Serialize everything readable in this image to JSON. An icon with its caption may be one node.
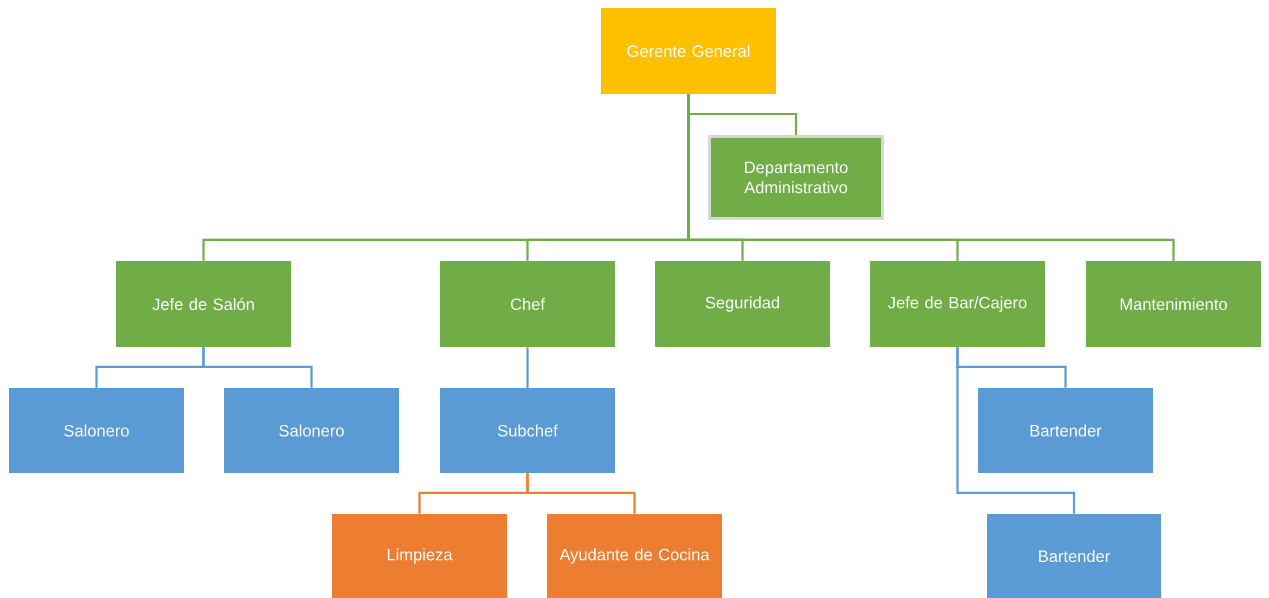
{
  "diagram": {
    "nodes": [
      {
        "text": [
          "Gerente General"
        ]
      },
      {
        "text": [
          "Departamento Administrativo"
        ]
      },
      {
        "text": [
          "Jefe de Salón"
        ]
      },
      {
        "text": [
          "Chef"
        ]
      },
      {
        "text": [
          "Seguridad"
        ]
      },
      {
        "text": [
          "Jefe de Bar/Cajero"
        ]
      },
      {
        "text": [
          "Mantenimiento"
        ]
      },
      {
        "text": [
          "Salonero"
        ]
      },
      {
        "text": [
          "Salonero"
        ]
      },
      {
        "text": [
          "Subchef"
        ]
      },
      {
        "text": [
          "Limpieza"
        ]
      },
      {
        "text": [
          "Ayudante de Cocina"
        ]
      },
      {
        "text": [
          "Bartender"
        ]
      },
      {
        "text": [
          "Bartender"
        ]
      }
    ],
    "edges": [
      {
        "from": 0,
        "to": 1,
        "arrow": "none"
      },
      {
        "from": 0,
        "to": 2,
        "arrow": "none"
      },
      {
        "from": 0,
        "to": 3,
        "arrow": "none"
      },
      {
        "from": 0,
        "to": 4,
        "arrow": "none"
      },
      {
        "from": 0,
        "to": 5,
        "arrow": "none"
      },
      {
        "from": 0,
        "to": 6,
        "arrow": "none"
      },
      {
        "from": 2,
        "to": 7,
        "arrow": "none",
        "color": "#5b9bd5"
      },
      {
        "from": 2,
        "to": 8,
        "arrow": "none",
        "color": "#5b9bd5"
      },
      {
        "from": 3,
        "to": 9,
        "arrow": "none",
        "color": "#5b9bd5"
      },
      {
        "from": 9,
        "to": 10,
        "arrow": "none",
        "color": "#ed7d31"
      },
      {
        "from": 9,
        "to": 11,
        "arrow": "none",
        "color": "#ed7d31"
      },
      {
        "from": 5,
        "to": 12,
        "arrow": "none",
        "color": "#5b9bd5"
      },
      {
        "from": 5,
        "to": 13,
        "arrow": "none",
        "color": "#5b9bd5"
      }
    ]
  }
}
